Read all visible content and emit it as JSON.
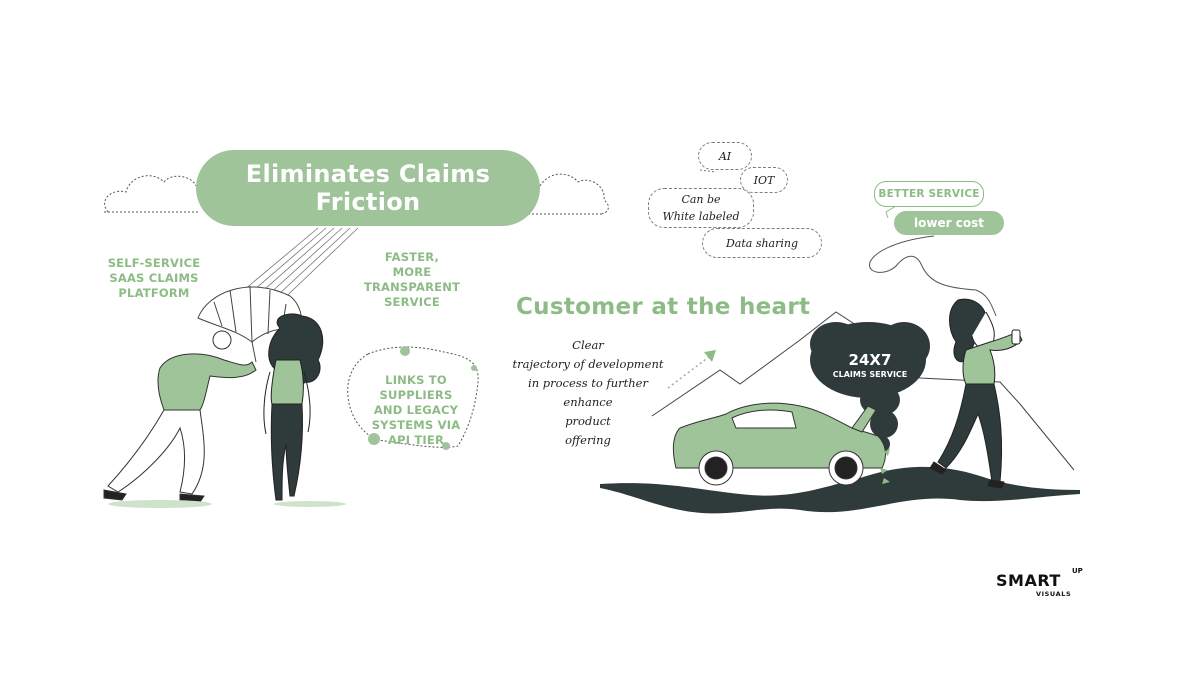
{
  "title": {
    "line1": "Eliminates Claims",
    "line2": "Friction"
  },
  "left_labels": {
    "self_service": [
      "SELF-SERVICE",
      "SAAS CLAIMS",
      "PLATFORM"
    ],
    "faster": [
      "FASTER,",
      "MORE TRANSPARENT",
      "SERVICE"
    ],
    "links": [
      "LINKS TO SUPPLIERS",
      "AND LEGACY",
      "SYSTEMS VIA",
      "API TIER"
    ]
  },
  "bubbles": {
    "ai": "AI",
    "iot": "IOT",
    "white_label": [
      "Can be",
      "White labeled"
    ],
    "data_sharing": "Data sharing"
  },
  "speech": {
    "better_service": "BETTER SERVICE",
    "lower_cost": "lower cost"
  },
  "heading": "Customer at the heart",
  "trajectory": [
    "Clear",
    "trajectory of development",
    "in process to further",
    "enhance",
    "product",
    "offering"
  ],
  "smoke": {
    "line1": "24X7",
    "line2": "CLAIMS SERVICE"
  },
  "logo": {
    "main": "SMART",
    "sup": "UP",
    "sub": "VISUALS"
  },
  "colors": {
    "accent_green": "#9fc49a",
    "text_green": "#8dbb86",
    "dark": "#2f3a3b"
  }
}
